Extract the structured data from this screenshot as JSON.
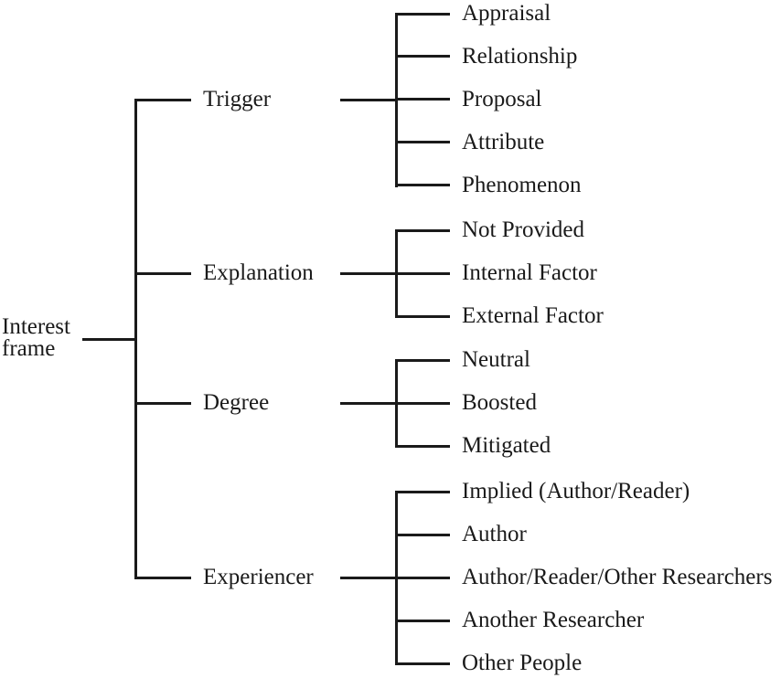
{
  "figure": {
    "title": "Interest frame taxonomy tree",
    "colors": {
      "line": "#1a1a1a",
      "text": "#1a1a1a",
      "background": "#ffffff"
    },
    "root": {
      "label_line1": "Interest",
      "label_line2": "frame"
    },
    "branches": [
      {
        "label": "Trigger",
        "children": [
          "Appraisal",
          "Relationship",
          "Proposal",
          "Attribute",
          "Phenomenon"
        ]
      },
      {
        "label": "Explanation",
        "children": [
          "Not Provided",
          "Internal Factor",
          "External Factor"
        ]
      },
      {
        "label": "Degree",
        "children": [
          "Neutral",
          "Boosted",
          "Mitigated"
        ]
      },
      {
        "label": "Experiencer",
        "children": [
          "Implied (Author/Reader)",
          "Author",
          "Author/Reader/Other Researchers",
          "Another Researcher",
          "Other People"
        ]
      }
    ]
  }
}
